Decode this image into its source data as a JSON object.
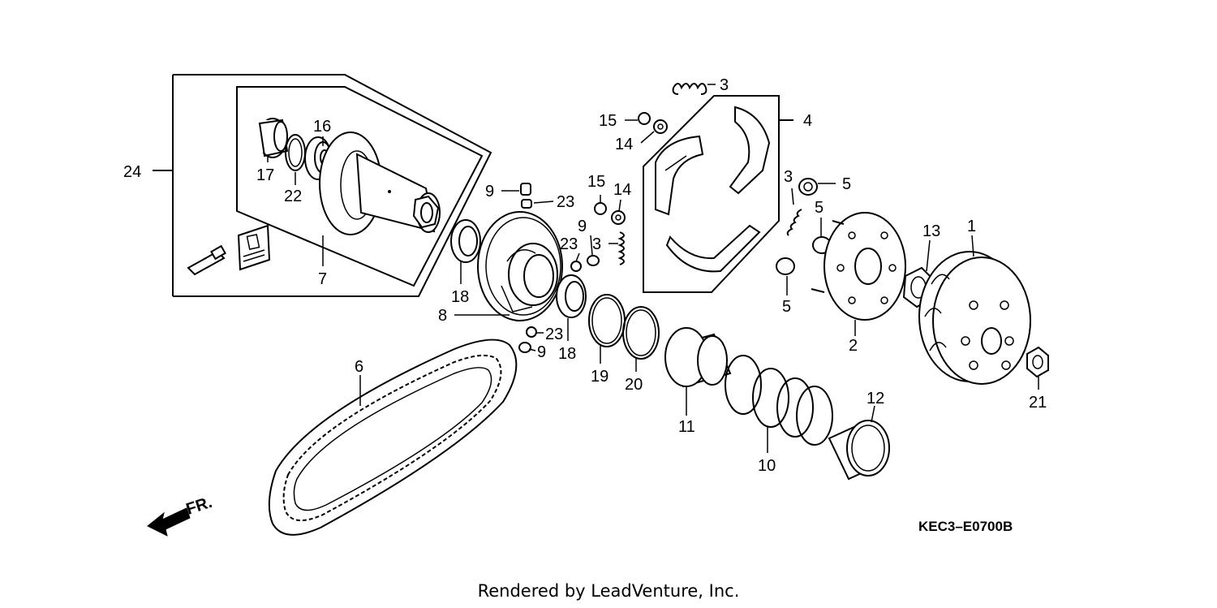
{
  "labels": [
    {
      "id": "3",
      "text": "3"
    },
    {
      "id": "4",
      "text": "4"
    },
    {
      "id": "15",
      "text": "15"
    },
    {
      "id": "14",
      "text": "14"
    },
    {
      "id": "24",
      "text": "24"
    },
    {
      "id": "16",
      "text": "16"
    },
    {
      "id": "17",
      "text": "17"
    },
    {
      "id": "22",
      "text": "22"
    },
    {
      "id": "7",
      "text": "7"
    },
    {
      "id": "9",
      "text": "9"
    },
    {
      "id": "23",
      "text": "23"
    },
    {
      "id": "15",
      "text": "15"
    },
    {
      "id": "14",
      "text": "14"
    },
    {
      "id": "9",
      "text": "9"
    },
    {
      "id": "23",
      "text": "23"
    },
    {
      "id": "3",
      "text": "3"
    },
    {
      "id": "3",
      "text": "3"
    },
    {
      "id": "5",
      "text": "5"
    },
    {
      "id": "5",
      "text": "5"
    },
    {
      "id": "5",
      "text": "5"
    },
    {
      "id": "13",
      "text": "13"
    },
    {
      "id": "1",
      "text": "1"
    },
    {
      "id": "18",
      "text": "18"
    },
    {
      "id": "8",
      "text": "8"
    },
    {
      "id": "23",
      "text": "23"
    },
    {
      "id": "9",
      "text": "9"
    },
    {
      "id": "18",
      "text": "18"
    },
    {
      "id": "19",
      "text": "19"
    },
    {
      "id": "20",
      "text": "20"
    },
    {
      "id": "2",
      "text": "2"
    },
    {
      "id": "21",
      "text": "21"
    },
    {
      "id": "6",
      "text": "6"
    },
    {
      "id": "11",
      "text": "11"
    },
    {
      "id": "12",
      "text": "12"
    },
    {
      "id": "10",
      "text": "10"
    }
  ],
  "direction_label": "FR.",
  "diagram_code": "KEC3–E0700B",
  "footer": "Rendered by LeadVenture, Inc."
}
